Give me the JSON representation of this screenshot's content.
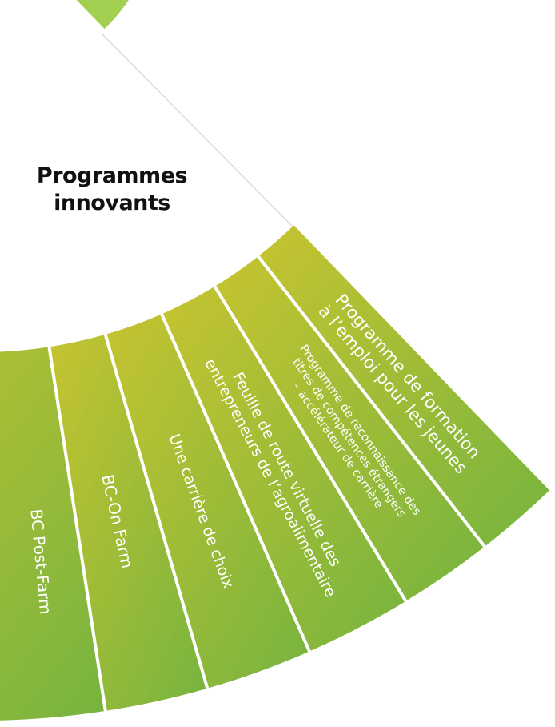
{
  "title": {
    "line1": "Programmes",
    "line2": "innovants"
  },
  "colors": {
    "gradient_start": "#c6c430",
    "gradient_end": "#76b43f",
    "ring": "#a2cf50",
    "divider": "#ffffff"
  },
  "segments": [
    {
      "lines": [
        "BC Post-Farm"
      ]
    },
    {
      "lines": [
        "BC-On Farm"
      ]
    },
    {
      "lines": [
        "Une carrière de choix"
      ]
    },
    {
      "lines": [
        "Feuille de route virtuelle des",
        "entrepreneurs de l’agroalimentaire"
      ]
    },
    {
      "lines": [
        "Programme de reconnaissance des",
        "titres de compétences étrangers",
        "– accélérateur de carrière"
      ]
    },
    {
      "lines": [
        "Programme de formation",
        "à l’emploi pour les jeunes"
      ]
    }
  ]
}
